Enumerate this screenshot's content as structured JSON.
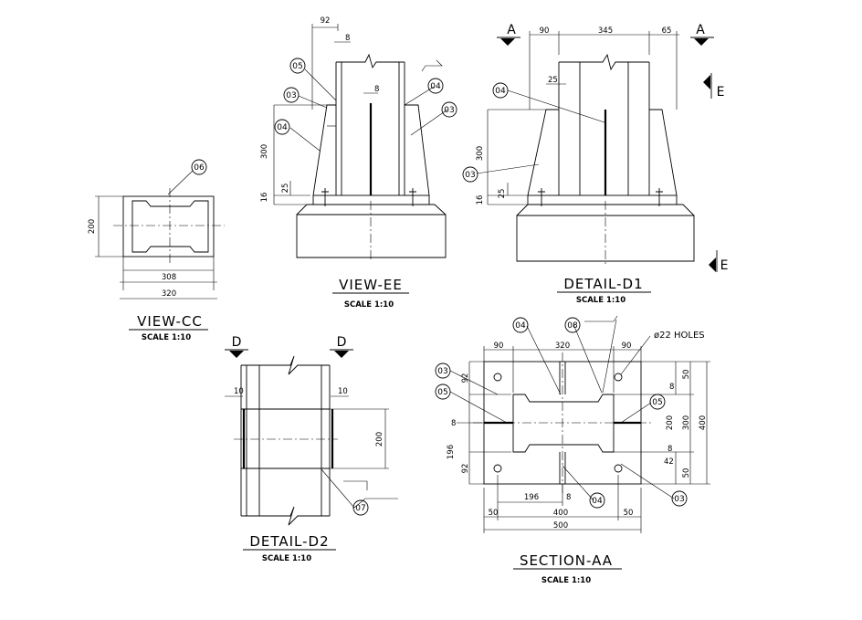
{
  "view_ee": {
    "title": "VIEW-EE",
    "scale": "SCALE 1:10",
    "dims": {
      "d92": "92",
      "d8": "8",
      "d8b": "8",
      "d300": "300",
      "d25": "25",
      "d16": "16"
    },
    "callouts": {
      "c05": "05",
      "c03a": "03",
      "c04a": "04",
      "c04b": "04",
      "c03b": "03"
    }
  },
  "detail_d1": {
    "title": "DETAIL-D1",
    "scale": "SCALE 1:10",
    "section_marks": {
      "a_left": "A",
      "a_right": "A",
      "e_top": "E",
      "e_bottom": "E"
    },
    "dims": {
      "d90": "90",
      "d345": "345",
      "d65": "65",
      "d25a": "25",
      "d300": "300",
      "d25b": "25",
      "d16": "16"
    },
    "callouts": {
      "c04": "04",
      "c03": "03"
    }
  },
  "view_cc": {
    "title": "VIEW-CC",
    "scale": "SCALE 1:10",
    "dims": {
      "d200": "200",
      "d308": "308",
      "d320": "320"
    },
    "callouts": {
      "c06": "06"
    }
  },
  "detail_d2": {
    "title": "DETAIL-D2",
    "scale": "SCALE 1:10",
    "section_marks": {
      "d_left": "D",
      "d_right": "D"
    },
    "dims": {
      "d10a": "10",
      "d10b": "10",
      "d200": "200"
    },
    "callouts": {
      "c07": "07"
    }
  },
  "section_aa": {
    "title": "SECTION-AA",
    "scale": "SCALE 1:10",
    "note": "ø22 HOLES",
    "dims": {
      "d90a": "90",
      "d320": "320",
      "d90b": "90",
      "d92a": "92",
      "d8a": "8",
      "d196a": "196",
      "d92b": "92",
      "d50a": "50",
      "d8b": "8",
      "d200": "200",
      "d300": "300",
      "d400r": "400",
      "d8c": "8",
      "d42": "42",
      "d50b": "50",
      "d196b": "196",
      "d8d": "8",
      "d50c": "50",
      "d400b": "400",
      "d50d": "50",
      "d500": "500"
    },
    "callouts": {
      "c04a": "04",
      "c08": "08",
      "c03a": "03",
      "c05a": "05",
      "c05b": "05",
      "c04b": "04",
      "c03b": "03"
    }
  }
}
